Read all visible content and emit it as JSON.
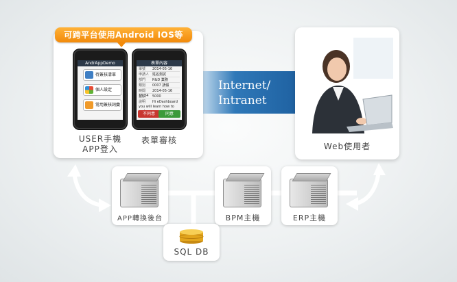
{
  "banner": {
    "text": "可跨平台使用Android IOS等"
  },
  "mobile_card": {
    "label_user_line1": "USER手機",
    "label_user_line2": "APP登入",
    "label_form": "表單審核"
  },
  "phone1": {
    "title": "AndrAppDemo",
    "items": [
      "待簽核清單",
      "個人設定",
      "常用簽核詞彙"
    ]
  },
  "phone2": {
    "title": "表單內容",
    "rows": [
      {
        "k": "單號",
        "v": "2014-05-16"
      },
      {
        "k": "申請人",
        "v": "姓名測試"
      },
      {
        "k": "部門",
        "v": "R&D 業務"
      },
      {
        "k": "類別",
        "v": "0007 請假"
      },
      {
        "k": "時間",
        "v": "2014-05-16 16:24"
      },
      {
        "k": "金額",
        "v": "5000"
      },
      {
        "k": "說明",
        "v": "Hi eDashboard you will learn how to make"
      }
    ],
    "reject_label": "不同意",
    "approve_label": "同意"
  },
  "network": {
    "line1": "Internet/",
    "line2": "Intranet"
  },
  "web_card": {
    "label": "Web使用者"
  },
  "servers": {
    "app": "APP轉換後台",
    "bpm": "BPM主機",
    "erp": "ERP主機",
    "db": "SQL DB"
  },
  "colors": {
    "banner": "#f28a0a",
    "band": "#1d5f9f",
    "arrow": "#ffffff"
  }
}
